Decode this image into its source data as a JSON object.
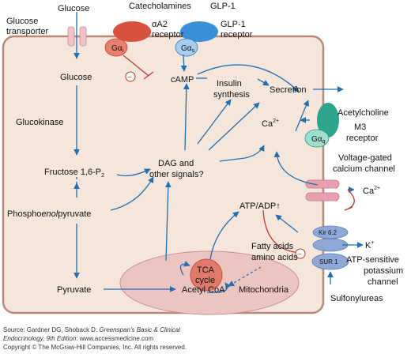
{
  "colors": {
    "cell_fill": "#f5e6dc",
    "cell_border": "#b58a78",
    "arrow_blue": "#1f6fb5",
    "inhibit_red": "#c0392b",
    "mito_fill": "#ecc4c0",
    "tca_fill": "#e07a6a",
    "receptor_red": "#d9503f",
    "receptor_blue": "#3a8fd6",
    "receptor_teal": "#2fa58f",
    "channel_pink": "#e8a0b0",
    "katp_blue": "#8fa8d8"
  },
  "labels": {
    "glucose_top": "Glucose",
    "catecholamines": "Catecholamines",
    "glp1_top": "GLP-1",
    "glucose_transporter": [
      "Glucose",
      "transporter"
    ],
    "a2_receptor": [
      "αA2",
      "receptor"
    ],
    "glp1_receptor": [
      "GLP-1",
      "receptor"
    ],
    "g_alpha_i": "Gαi",
    "g_alpha_s": "Gαs",
    "g_alpha_q": "Gαq",
    "glucose_inner": "Glucose",
    "camp": "cAMP",
    "insulin_synthesis": [
      "Insulin",
      "synthesis"
    ],
    "secretion": "Secretion",
    "acetylcholine": "Acetylcholine",
    "m3_receptor": [
      "M3",
      "receptor"
    ],
    "glucokinase": "Glucokinase",
    "ca_inner": "Ca2+",
    "dag": [
      "DAG and",
      "other signals?"
    ],
    "fructose": "Fructose 1,6-P2",
    "vg_channel": [
      "Voltage-gated",
      "calcium channel"
    ],
    "ca_outer": "Ca2+",
    "pep": "Phosphoenolpyruvate",
    "atp_adp": "ATP/ADP↑",
    "kir": "Kir 6.2",
    "k_plus": "K+",
    "katp_channel": [
      "ATP-sensitive",
      "potassium",
      "channel"
    ],
    "sur": "SUR 1",
    "tca": [
      "TCA",
      "cycle"
    ],
    "fatty_acids": [
      "Fatty acids",
      "amino acids"
    ],
    "sulfonylureas": "Sulfonylureas",
    "pyruvate": "Pyruvate",
    "acetyl_coa": "Acetyl CoA",
    "mitochondria": "Mitochondria",
    "minus": "−"
  },
  "footer": {
    "line1_prefix": "Source: Gardner DG, Shoback D: ",
    "line1_title": "Greenspan's Basic & Clinical",
    "line2_title": "Endocrinology, 9th Edition",
    "line2_suffix": ": www.accessmedicine.com",
    "line3": "Copyright © The McGraw-Hill Companies, Inc. All rights reserved."
  }
}
